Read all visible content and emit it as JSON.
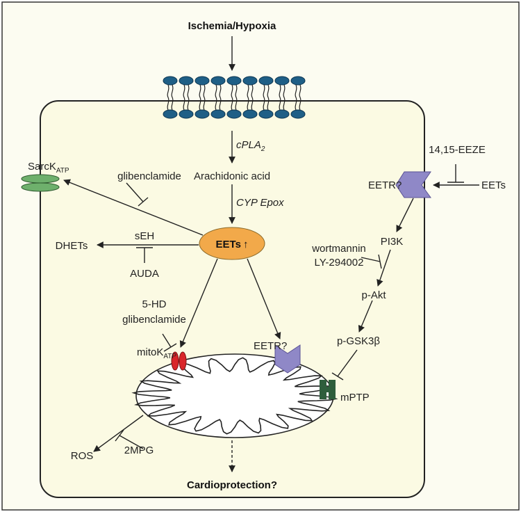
{
  "colors": {
    "cell_fill": "#fbfae3",
    "outer_fill": "#fcfcf1",
    "membrane_blue": "#1f5f86",
    "eets_orange": "#f2a94a",
    "receptor_purple": "#8f88c7",
    "mitok_red": "#d9262a",
    "mptp_green": "#2e5e3c",
    "sarck_green": "#6eb06c"
  },
  "icons": [
    "phospholipid-bilayer",
    "sarck-atp-channel",
    "eetr-receptor",
    "mitok-atp-channel",
    "mptp-pore",
    "mitochondrion"
  ],
  "labels": {
    "stimulus": "Ischemia/Hypoxia",
    "cpla2_main": "cPLA",
    "cpla2_sub": "2",
    "arachidonic_acid": "Arachidonic acid",
    "cyp_epox": "CYP Epox",
    "eets_center": "EETs",
    "eets_arrow": "↑",
    "sarck_main": "SarcK",
    "sarck_sub": "ATP",
    "glibenclamide_top": "glibenclamide",
    "seh": "sEH",
    "dhets": "DHETs",
    "auda": "AUDA",
    "eezeinhibitor": "14,15-EEZE",
    "eetr_membrane": "EETR?",
    "eets_right": "EETs",
    "pi3k": "PI3K",
    "wortmannin": "wortmannin",
    "ly294002": "LY-294002",
    "pakt": "p-Akt",
    "pgsk3b": "p-GSK3β",
    "five_hd": "5-HD",
    "glibenclamide_mito": "glibenclamide",
    "mitok_main": "mitoK",
    "mitok_sub": "ATP",
    "eetr_mito": "EETR?",
    "mptp": "mPTP",
    "ros": "ROS",
    "twompg": "2MPG",
    "cardioprotection": "Cardioprotection?"
  }
}
